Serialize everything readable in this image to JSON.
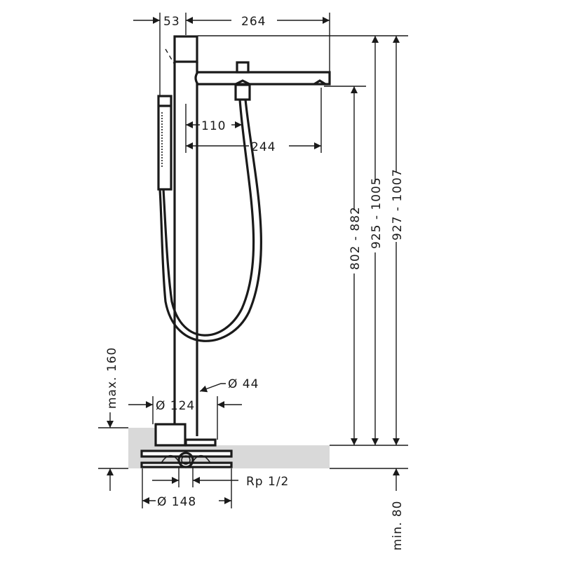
{
  "drawing": {
    "top_dimensions": {
      "handshower_offset": "53",
      "spout_reach_total": "264"
    },
    "spout_dimensions": {
      "hose_offset": "110",
      "spout_reach": "244"
    },
    "height_dimensions": {
      "spout_height": "802 - 882",
      "body_height": "925 - 1005",
      "overall_height": "927 - 1007"
    },
    "floor_dimensions": {
      "max_depth": "max. 160",
      "min_depth": "min. 80"
    },
    "base_dimensions": {
      "column_diameter": "Ø 44",
      "cover_diameter": "Ø 124",
      "connection": "Rp 1/2",
      "plate_diameter": "Ø 148"
    },
    "colors": {
      "line": "#1a1a1a",
      "floor": "#d9d9d9"
    }
  }
}
